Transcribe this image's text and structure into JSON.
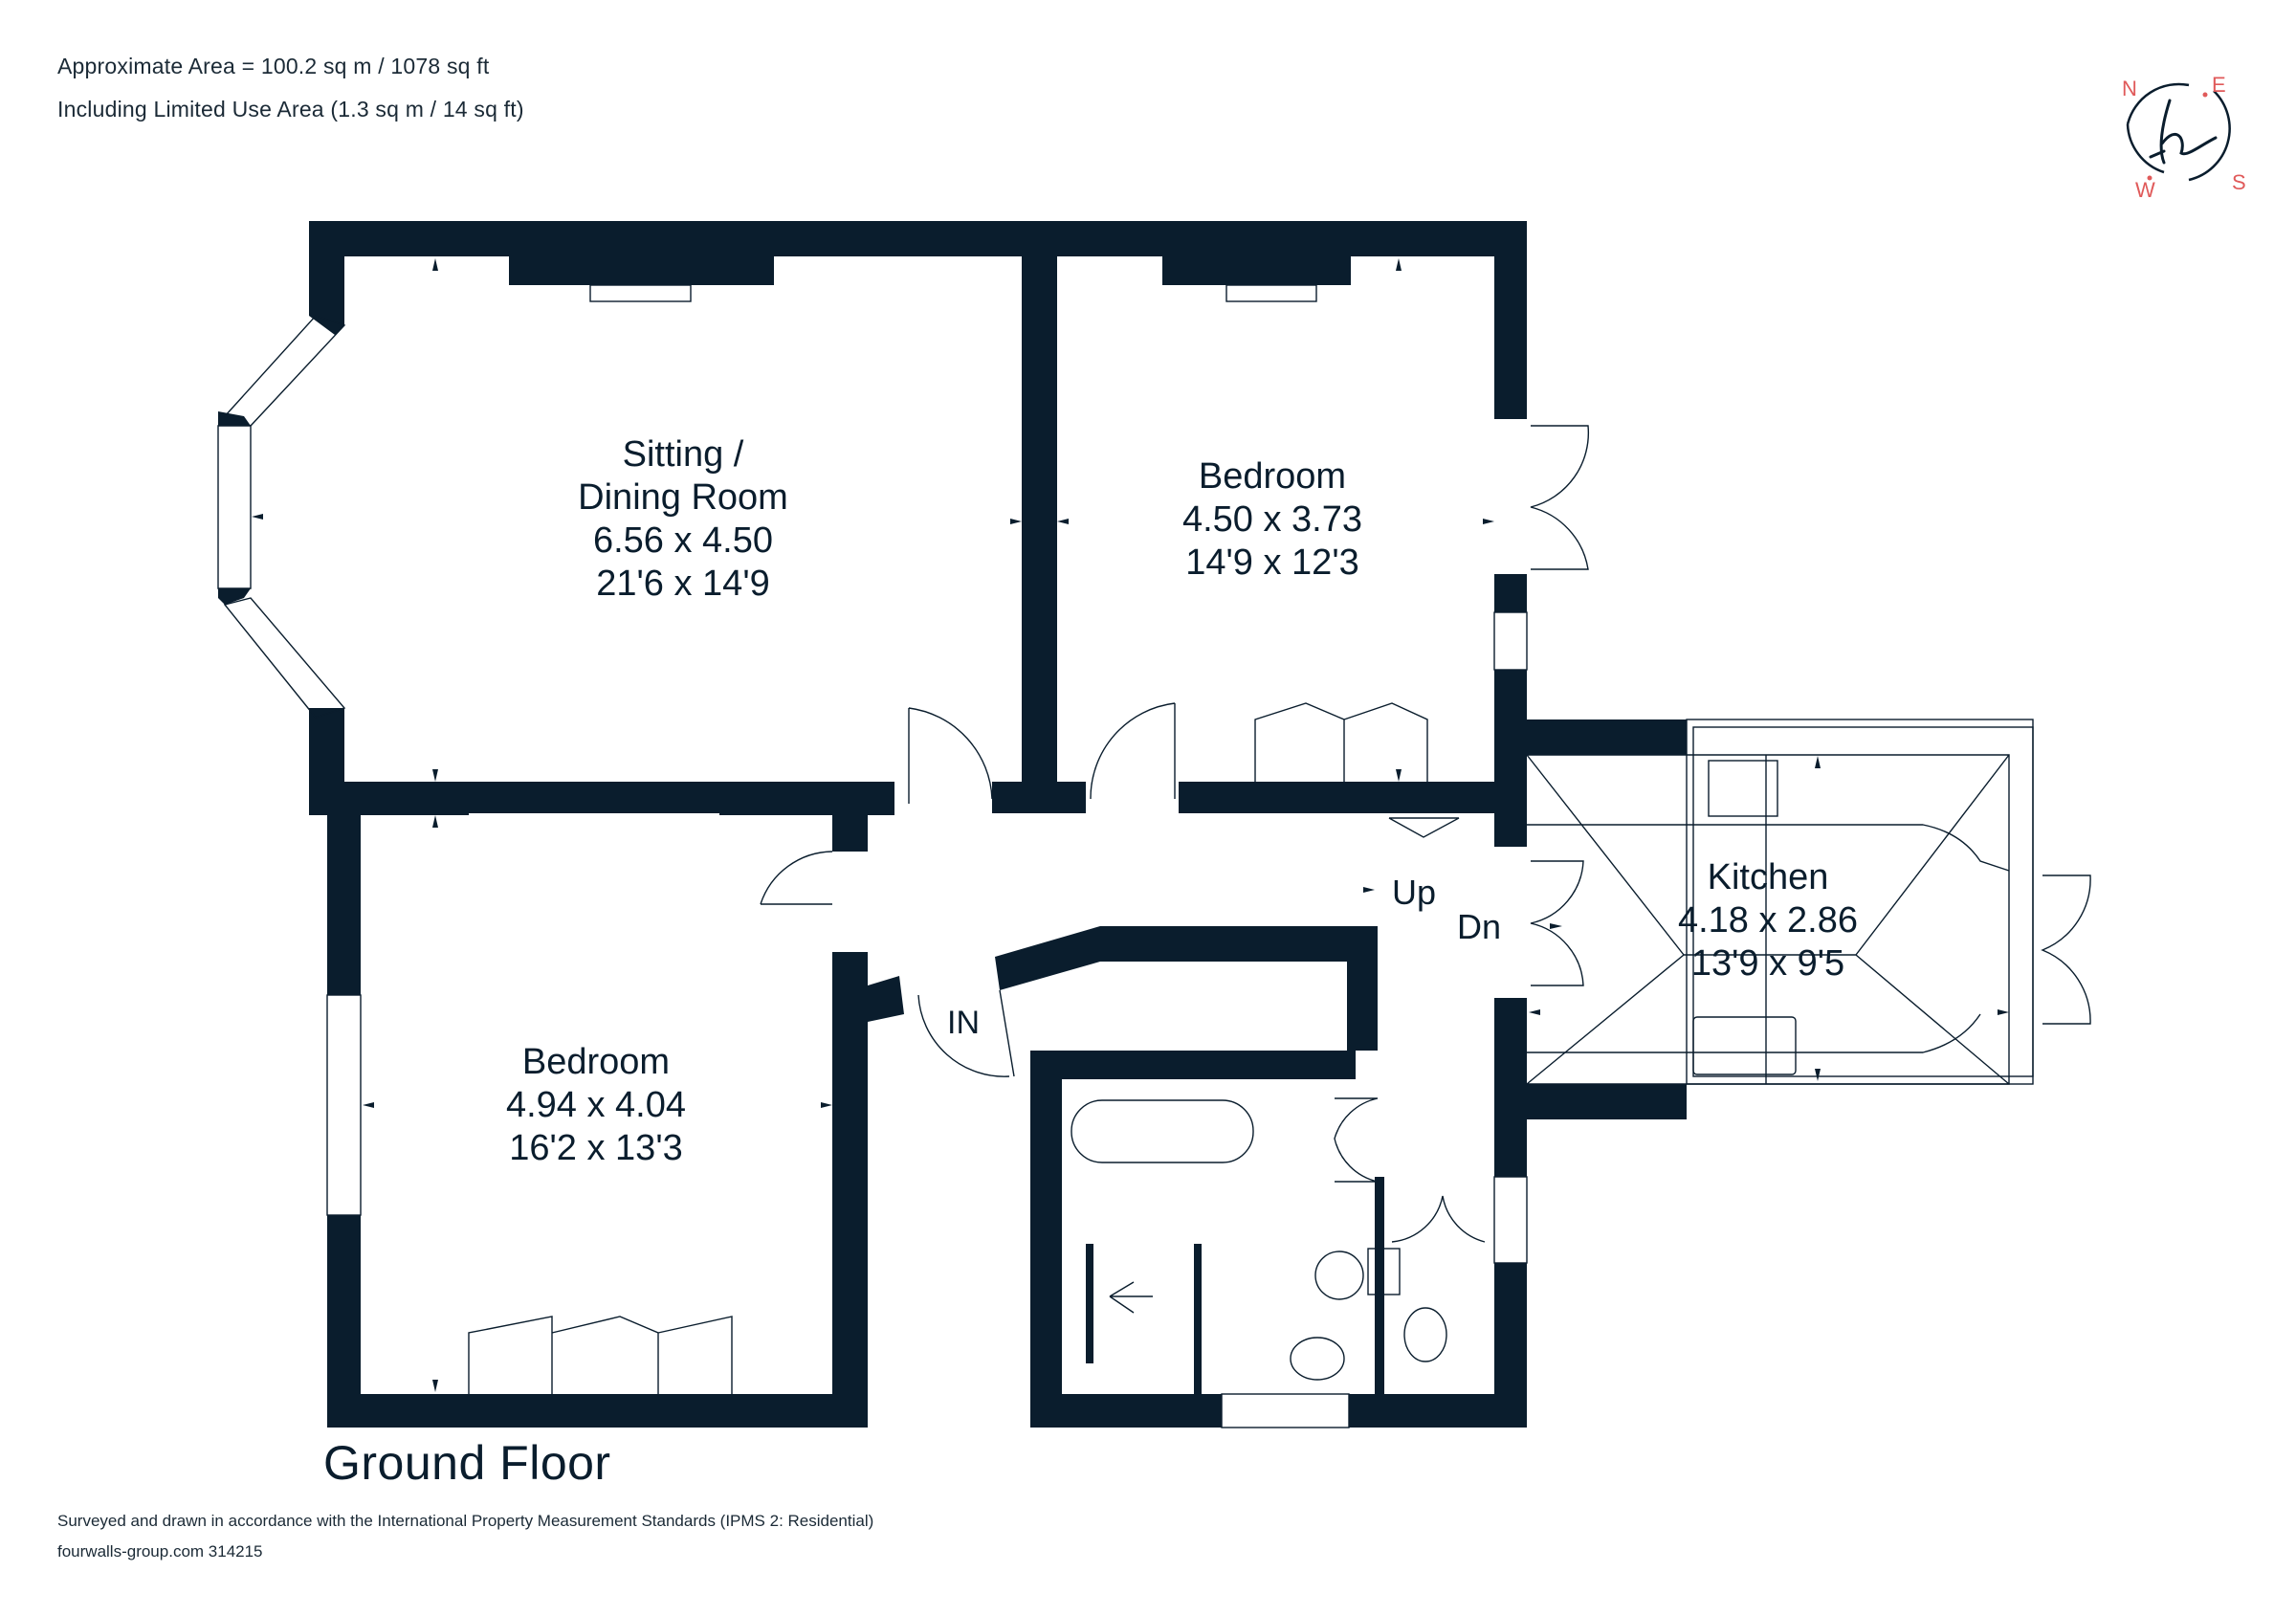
{
  "header": {
    "area_line": "Approximate Area = 100.2 sq m / 1078 sq ft",
    "limited_line": "Including Limited Use Area (1.3 sq m / 14 sq ft)"
  },
  "compass": {
    "n": "N",
    "e": "E",
    "s": "S",
    "w": "W",
    "monogram": "h",
    "accent_color": "#e05a5a",
    "ring_color": "#0a1d2d"
  },
  "plan": {
    "floor_title": "Ground Floor",
    "wall_color": "#0a1d2d",
    "rooms": [
      {
        "name_lines": [
          "Sitting /",
          "Dining Room"
        ],
        "metric": "6.56 x 4.50",
        "imperial": "21'6 x 14'9"
      },
      {
        "name_lines": [
          "Bedroom"
        ],
        "metric": "4.50 x 3.73",
        "imperial": "14'9 x 12'3"
      },
      {
        "name_lines": [
          "Kitchen"
        ],
        "metric": "4.18 x 2.86",
        "imperial": "13'9 x 9'5"
      },
      {
        "name_lines": [
          "Bedroom"
        ],
        "metric": "4.94 x 4.04",
        "imperial": "16'2 x 13'3"
      }
    ],
    "stair_up": "Up",
    "stair_down": "Dn",
    "entrance": "IN"
  },
  "footer": {
    "standards": "Surveyed and drawn in accordance with the International Property Measurement Standards (IPMS 2: Residential)",
    "reference": "fourwalls-group.com 314215"
  }
}
